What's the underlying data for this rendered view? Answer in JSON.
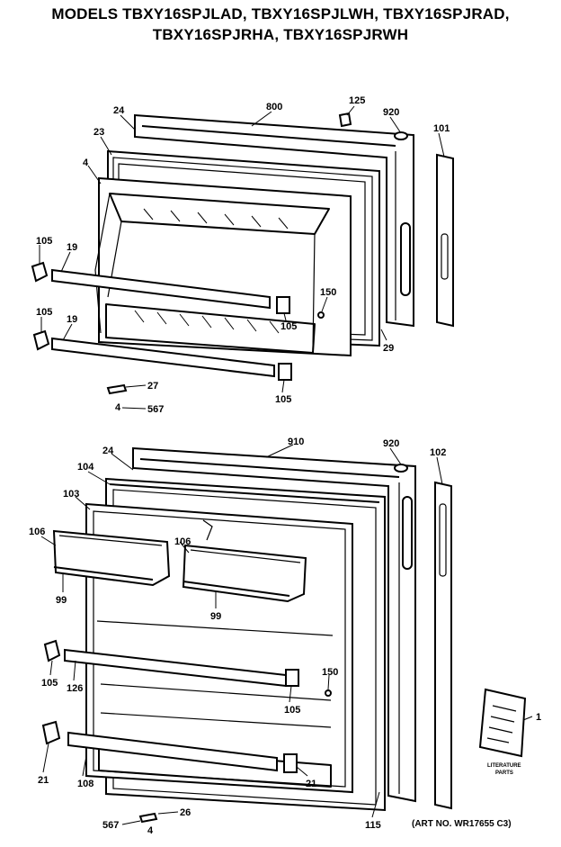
{
  "header": {
    "line1": "MODELS TBXY16SPJLAD, TBXY16SPJLWH, TBXY16SPJRAD,",
    "line2": "TBXY16SPJRHA, TBXY16SPJRWH"
  },
  "freezer_door_labels": {
    "p800": "800",
    "p125": "125",
    "p920": "920",
    "p101": "101",
    "p24": "24",
    "p23": "23",
    "p4": "4",
    "p105a": "105",
    "p19a": "19",
    "p105b": "105",
    "p19b": "19",
    "p105c": "105",
    "p150": "150",
    "p29": "29",
    "p105d": "105",
    "p27": "27",
    "p4b": "4",
    "p567": "567"
  },
  "fresh_food_door_labels": {
    "p910": "910",
    "p920": "920",
    "p102": "102",
    "p24": "24",
    "p104": "104",
    "p103": "103",
    "p106a": "106",
    "p106b": "106",
    "p99a": "99",
    "p99b": "99",
    "p105a": "105",
    "p126": "126",
    "p150": "150",
    "p105b": "105",
    "p21a": "21",
    "p108": "108",
    "p21b": "21",
    "p115": "115",
    "p26": "26",
    "p567": "567",
    "p4": "4",
    "p1": "1"
  },
  "literature": {
    "line1": "LITERATURE",
    "line2": "PARTS"
  },
  "art_number": "(ART NO. WR17655 C3)"
}
